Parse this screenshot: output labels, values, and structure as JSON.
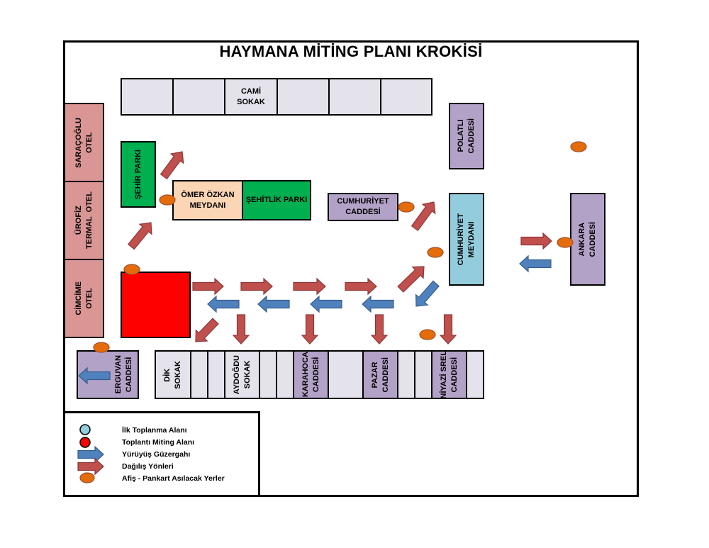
{
  "title": "HAYMANA MİTİNG PLANI KROKİSİ",
  "streets": {
    "cami": "CAMİ\nSOKAK",
    "dik": "DİK\nSOKAK",
    "aydogdu": "AYDOĞDU\nSOKAK",
    "karahoca": "KARAHOCA\nCADDESİ",
    "pazar": "PAZAR\nCADDESİ",
    "niyazi": "NİYAZİ SREL\nCADDESİ",
    "erguvan": "ERGUVAN\nCADDESİ",
    "polatli": "POLATLI\nCADDESİ",
    "ankara": "ANKARA\nCADDESİ",
    "cumhuriyet_cad": "CUMHURİYET\nCADDESİ"
  },
  "hotels": {
    "saracoglu": "SARAÇOĞLU\nOTEL",
    "urofiz": "ÜROFİZ\nTERMAL  OTEL",
    "cimcime": "CİMCİME\nOTEL"
  },
  "places": {
    "sehir_parki": "ŞEHİR PARKI",
    "omer_ozkan": "ÖMER ÖZKAN\nMEYDANI",
    "sehitlik_parki": "ŞEHİTLİK PARKI",
    "cumhuriyet_meydani": "CUMHURİYET\nMEYDANI"
  },
  "legend": {
    "first_gathering": "İlk Toplanma Alanı",
    "meeting_area": "Toplantı Miting Alanı",
    "march_route": "Yürüyüş Güzergahı",
    "dispersal": "Dağılış Yönleri",
    "poster_places": "Afiş - Pankart Asılacak Yerler"
  },
  "colors": {
    "first_gathering": "#93cddd",
    "meeting_area": "#ff0000",
    "march_arrow": "#4f81bd",
    "dispersal_arrow": "#c0504d",
    "poster_marker": "#e46c0a",
    "street": "#b3a2c7",
    "hotel": "#d99694",
    "park": "#00b050",
    "square": "#fcd5b5"
  }
}
